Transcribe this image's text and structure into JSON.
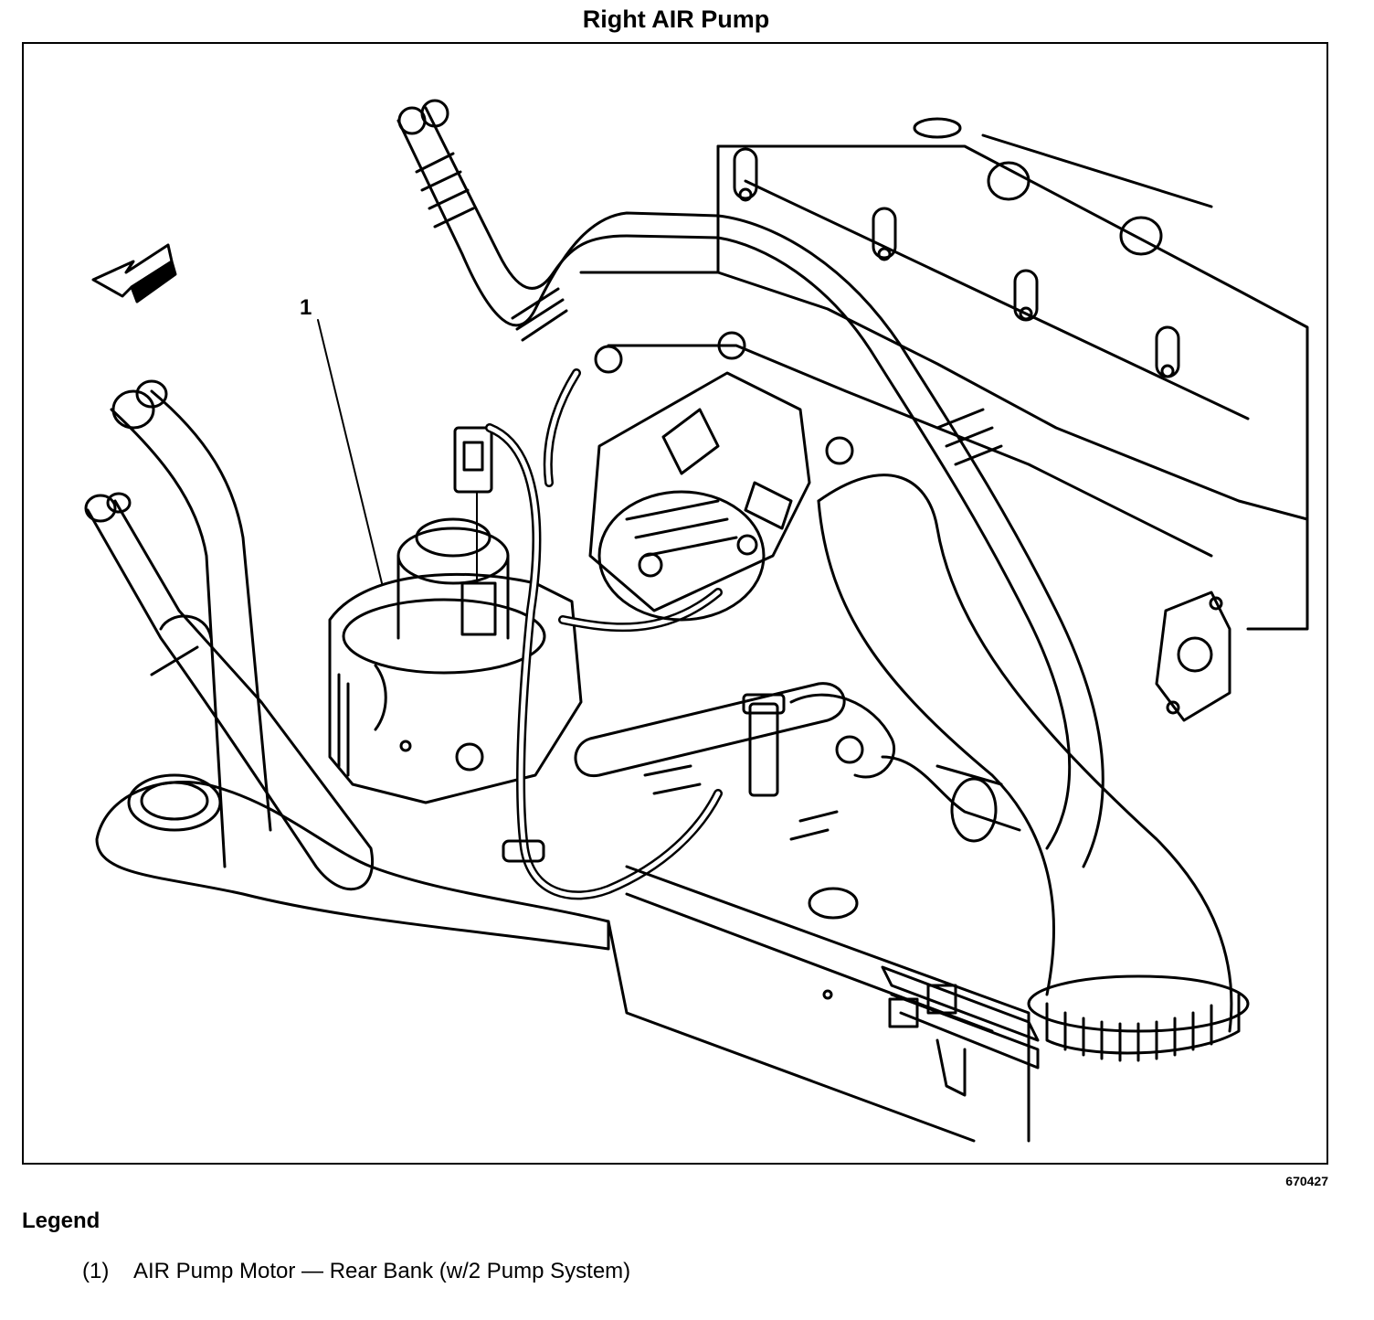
{
  "title": "Right AIR Pump",
  "figure_id": "670427",
  "callouts": [
    {
      "label": "1"
    }
  ],
  "legend": {
    "heading": "Legend",
    "items": [
      {
        "number": "(1)",
        "text": "AIR Pump Motor — Rear Bank (w/2 Pump System)"
      }
    ]
  },
  "icons": {
    "direction_arrow": "forward-arrow-icon"
  }
}
